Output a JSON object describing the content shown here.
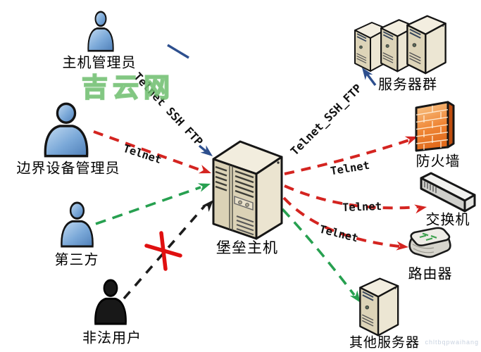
{
  "nodes": {
    "host_admin": {
      "label": "主机管理员",
      "type": "user-blue"
    },
    "border_admin": {
      "label": "边界设备管理员",
      "type": "user-blue"
    },
    "third_party": {
      "label": "第三方",
      "type": "user-blue"
    },
    "illegal_user": {
      "label": "非法用户",
      "type": "user-black"
    },
    "bastion": {
      "label": "堡垒主机",
      "type": "server-tower"
    },
    "server_cluster": {
      "label": "服务器群",
      "type": "server-group"
    },
    "firewall": {
      "label": "防火墙",
      "type": "firewall"
    },
    "switch": {
      "label": "交换机",
      "type": "switch"
    },
    "router": {
      "label": "路由器",
      "type": "router"
    },
    "other_server": {
      "label": "其他服务器",
      "type": "server-tower"
    }
  },
  "edges": {
    "host_admin_to_bastion": {
      "label": "Telnet SSH FTP",
      "style": "solid",
      "color": "#2d4f8e",
      "blocked": false
    },
    "border_admin_to_bastion": {
      "label": "Telnet",
      "style": "dashed",
      "color": "#d42420",
      "blocked": false
    },
    "third_party_to_bastion": {
      "label": "",
      "style": "dashed",
      "color": "#27a050",
      "blocked": false
    },
    "illegal_user_to_bastion": {
      "label": "",
      "style": "dashed",
      "color": "#1c1c1c",
      "blocked": true
    },
    "bastion_to_server_cluster": {
      "label": "Telnet_SSH_FTP",
      "style": "solid",
      "color": "#2d4f8e",
      "blocked": false
    },
    "bastion_to_firewall": {
      "label": "Telnet",
      "style": "dashed",
      "color": "#d42420",
      "blocked": false
    },
    "bastion_to_switch": {
      "label": "Telnet",
      "style": "dashed",
      "color": "#d42420",
      "blocked": false
    },
    "bastion_to_router": {
      "label": "Telnet",
      "style": "dashed",
      "color": "#d42420",
      "blocked": false
    },
    "bastion_to_other_server": {
      "label": "",
      "style": "dashed",
      "color": "#27a050",
      "blocked": false
    }
  },
  "watermarks": {
    "center": "吉云网",
    "corner": "chltbqpwaihang"
  },
  "colors": {
    "allowed_red": "#d42420",
    "allowed_green": "#27a050",
    "admin_navy": "#2d4f8e",
    "illegal_black": "#1c1c1c",
    "blocked_x_red": "#e01010",
    "firewall_orange": "#ef8636",
    "server_beige": "#dbd2b6",
    "person_blue": "#6d9fd4",
    "watermark_green": "#84c484"
  }
}
